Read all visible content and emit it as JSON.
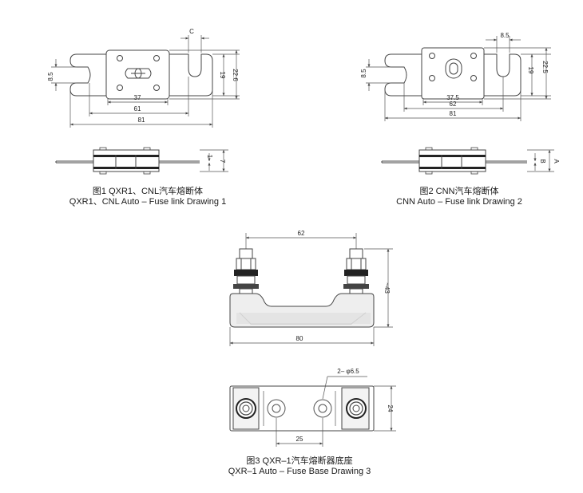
{
  "drawing1": {
    "caption_cn": "图1 QXR1、CNL汽车熔断体",
    "caption_en": "QXR1、CNL Auto – Fuse link  Drawing 1",
    "dims": {
      "hole": "8.5",
      "c": "C",
      "h1": "19",
      "h2": "22.6",
      "w37": "37",
      "w61": "61",
      "w81": "81",
      "t1": "1",
      "t7": "7"
    }
  },
  "drawing2": {
    "caption_cn": "图2 CNN汽车熔断体",
    "caption_en": "CNN Auto – Fuse link Drawing 2",
    "dims": {
      "hole": "8.5",
      "slot": "8.5",
      "h1": "19",
      "h2": "22.5",
      "w37": "37.5",
      "w62": "62",
      "w81": "81",
      "b": "B",
      "a": "A"
    }
  },
  "drawing3": {
    "caption_cn": "图3 QXR–1汽车熔断器底座",
    "caption_en": "QXR–1 Auto – Fuse Base Drawing 3",
    "dims": {
      "w62": "62",
      "h43": "~43",
      "w80": "80",
      "hole": "2– φ6.5",
      "h24": "24",
      "w25": "25"
    }
  }
}
